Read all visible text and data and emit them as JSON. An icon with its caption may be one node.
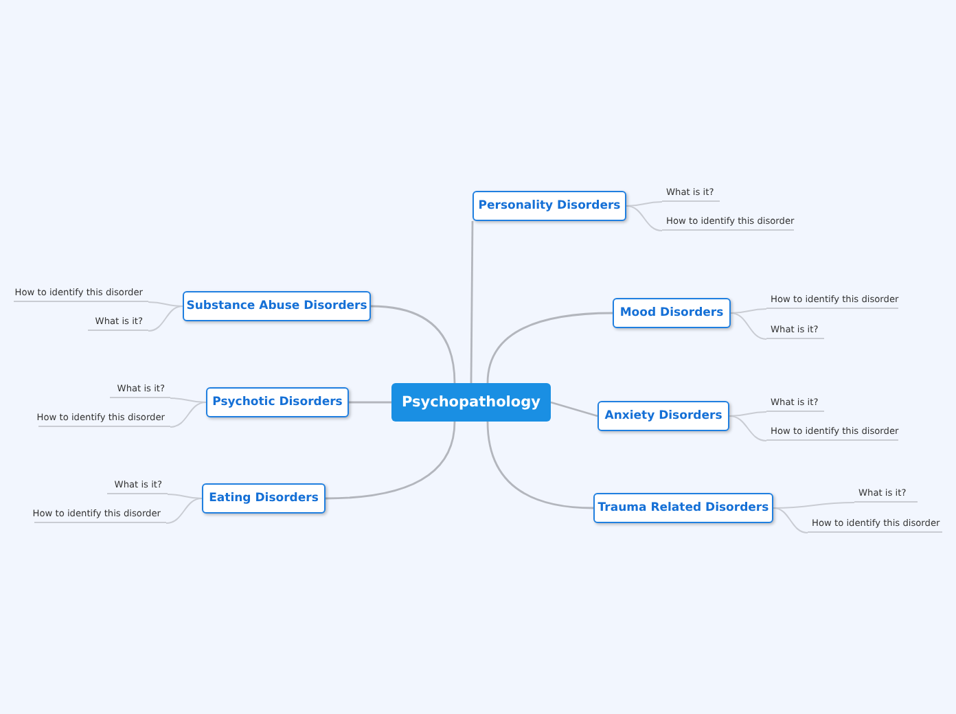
{
  "diagram": {
    "nodes": [
      {
        "text": [
          "Psychopathology"
        ]
      },
      {
        "text": [
          "Personality Disorders"
        ]
      },
      {
        "text": [
          "What is it?"
        ]
      },
      {
        "text": [
          "How to identify this disorder"
        ]
      },
      {
        "text": [
          "Mood Disorders"
        ]
      },
      {
        "text": [
          "How to identify this disorder"
        ]
      },
      {
        "text": [
          "What is it?"
        ]
      },
      {
        "text": [
          "Substance Abuse Disorders"
        ]
      },
      {
        "text": [
          "How to identify this disorder"
        ]
      },
      {
        "text": [
          "What is it?"
        ]
      },
      {
        "text": [
          "Psychotic Disorders"
        ]
      },
      {
        "text": [
          "What is it?"
        ]
      },
      {
        "text": [
          "How to identify this disorder"
        ]
      },
      {
        "text": [
          "Anxiety Disorders"
        ]
      },
      {
        "text": [
          "What is it?"
        ]
      },
      {
        "text": [
          "How to identify this disorder"
        ]
      },
      {
        "text": [
          "Eating Disorders"
        ]
      },
      {
        "text": [
          "What is it?"
        ]
      },
      {
        "text": [
          "How to identify this disorder"
        ]
      },
      {
        "text": [
          "Trauma Related Disorders"
        ]
      },
      {
        "text": [
          "What is it?"
        ]
      },
      {
        "text": [
          "How to identify this disorder"
        ]
      }
    ],
    "edges": [
      {
        "from": 0,
        "to": 1,
        "arrow": "none"
      },
      {
        "from": 1,
        "to": 2,
        "arrow": "none"
      },
      {
        "from": 1,
        "to": 3,
        "arrow": "none"
      },
      {
        "from": 0,
        "to": 4,
        "arrow": "none"
      },
      {
        "from": 4,
        "to": 5,
        "arrow": "none"
      },
      {
        "from": 4,
        "to": 6,
        "arrow": "none"
      },
      {
        "from": 0,
        "to": 7,
        "arrow": "none"
      },
      {
        "from": 7,
        "to": 8,
        "arrow": "none"
      },
      {
        "from": 7,
        "to": 9,
        "arrow": "none"
      },
      {
        "from": 0,
        "to": 10,
        "arrow": "none"
      },
      {
        "from": 10,
        "to": 11,
        "arrow": "none"
      },
      {
        "from": 10,
        "to": 12,
        "arrow": "none"
      },
      {
        "from": 0,
        "to": 13,
        "arrow": "none"
      },
      {
        "from": 13,
        "to": 14,
        "arrow": "none"
      },
      {
        "from": 13,
        "to": 15,
        "arrow": "none"
      },
      {
        "from": 0,
        "to": 16,
        "arrow": "none"
      },
      {
        "from": 16,
        "to": 17,
        "arrow": "none"
      },
      {
        "from": 16,
        "to": 18,
        "arrow": "none"
      },
      {
        "from": 0,
        "to": 19,
        "arrow": "none"
      },
      {
        "from": 19,
        "to": 20,
        "arrow": "none"
      },
      {
        "from": 19,
        "to": 21,
        "arrow": "none"
      }
    ]
  }
}
